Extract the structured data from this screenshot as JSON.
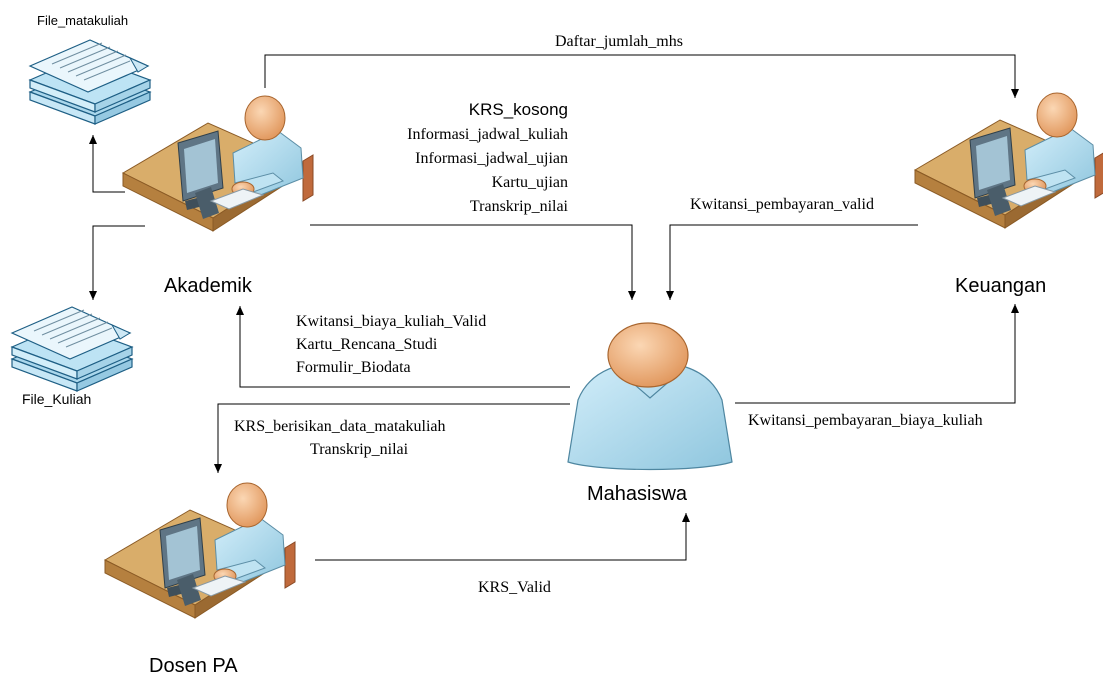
{
  "actors": {
    "akademik": "Akademik",
    "keuangan": "Keuangan",
    "mahasiswa": "Mahasiswa",
    "dosen_pa": "Dosen PA"
  },
  "stores": {
    "file_matakuliah": "File_matakuliah",
    "file_kuliah": "File_Kuliah"
  },
  "flows": {
    "daftar_jumlah_mhs": "Daftar_jumlah_mhs",
    "akademik_to_mahasiswa": [
      "KRS_kosong",
      "Informasi_jadwal_kuliah",
      "Informasi_jadwal_ujian",
      "Kartu_ujian",
      "Transkrip_nilai"
    ],
    "keuangan_to_mahasiswa": "Kwitansi_pembayaran_valid",
    "mahasiswa_to_akademik": [
      "Kwitansi_biaya_kuliah_Valid",
      "Kartu_Rencana_Studi",
      "Formulir_Biodata"
    ],
    "mahasiswa_to_keuangan": "Kwitansi_pembayaran_biaya_kuliah",
    "mahasiswa_to_dosen": [
      "KRS_berisikan_data_matakuliah",
      "Transkrip_nilai"
    ],
    "dosen_to_mahasiswa": "KRS_Valid"
  },
  "colors": {
    "skin": "#f0b27e",
    "shirt": "#a9d8ec",
    "desk_top": "#d9ad6a",
    "desk_side": "#b5803f",
    "monitor": "#5f7585",
    "paper": "#d9eef8"
  }
}
